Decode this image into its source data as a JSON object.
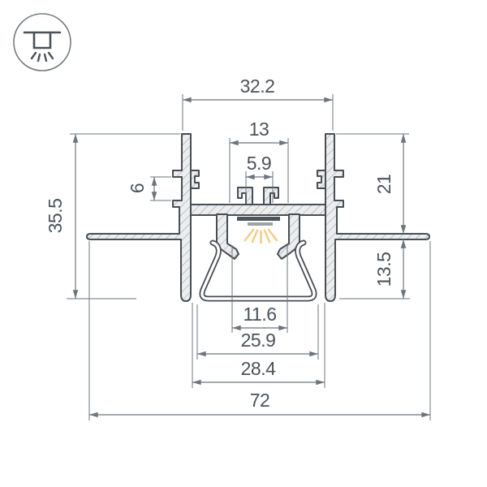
{
  "icon": {
    "name": "recessed-downlight-icon",
    "meaning": "recessed ceiling mounting type"
  },
  "drawing": {
    "type": "technical-cross-section",
    "subject": "recessed LED aluminium profile with trapezoid diffuser, dimensions in mm",
    "dimensions": {
      "flange_span_top": "32.2",
      "led_slot": "13",
      "led_window": "5.9",
      "side_groove": "6",
      "overall_height": "35.5",
      "height_above_flange": "21",
      "height_below_flange": "13.5",
      "diffuser_neck_width": "11.6",
      "diffuser_bottom_width": "25.9",
      "housing_width": "28.4",
      "overall_width": "72"
    }
  },
  "colors": {
    "outline": "#474e54",
    "fill": "#ebedee",
    "hatch": "#99a0a6",
    "dimension": "#6e757c",
    "label": "#4b525a",
    "led_dark": "#4d545b",
    "led_gray": "#9ba1a7",
    "ray": "#f4cd87",
    "bg": "#ffffff"
  }
}
